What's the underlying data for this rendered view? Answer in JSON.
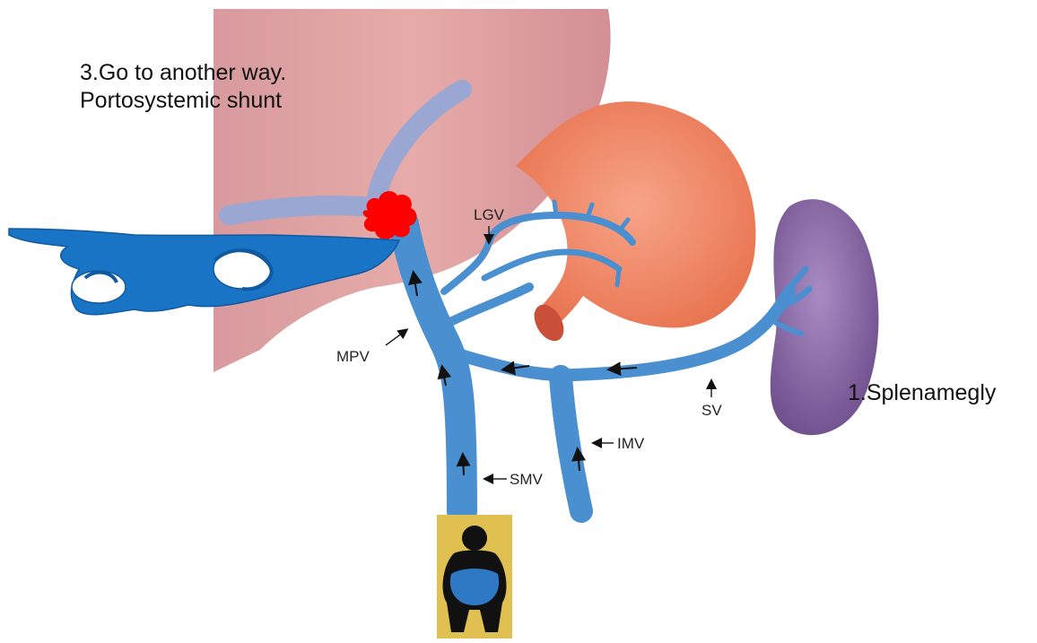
{
  "captions": {
    "shunt_line1": "3.Go to another way.",
    "shunt_line2": "Portosystemic shunt",
    "spleen": "1.Splenamegly"
  },
  "vessel_labels": {
    "lgv": "LGV",
    "mpv": "MPV",
    "sv": "SV",
    "imv": "IMV",
    "smv": "SMV"
  },
  "icons": [
    "liver-shape",
    "stomach-shape",
    "spleen-shape",
    "portal-vein-tree",
    "obstruction-blob-icon",
    "collateral-varices-shape",
    "ascites-person-icon",
    "flow-arrow-icon"
  ],
  "colors": {
    "liver": "#e2a6a4",
    "liver_dark": "#c98a8c",
    "vein": "#4a8fd0",
    "vein_outline": "#2f6fae",
    "upper_vein": "#9aa7d2",
    "stomach": "#f08a6a",
    "spleen": "#8a6aa6",
    "obstruction": "#ff0000",
    "varices": "#1a74c6",
    "icon_bg": "#e0c050",
    "text": "#111111"
  }
}
